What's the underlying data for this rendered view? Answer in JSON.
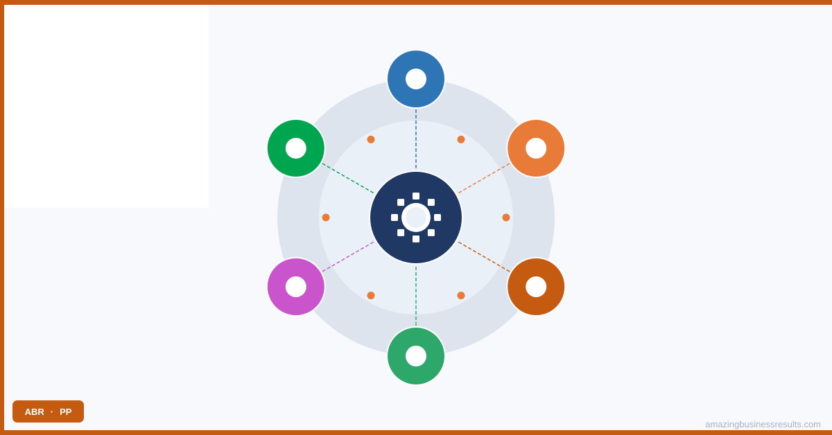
{
  "badge": {
    "left": "ABR",
    "separator": "·",
    "right": "PP"
  },
  "footer": {
    "url": "amazingbusinessresults.com"
  },
  "colors": {
    "frame": "#c55a11",
    "hub": "#1f3864",
    "outer_ring": "#dde4ee",
    "inner_ring": "#eaf0f8",
    "dot": "#e87b37"
  },
  "hub": {
    "icon": "gear-icon"
  },
  "nodes": [
    {
      "position": "top",
      "color": "#2e75b6",
      "icon": "ring-icon"
    },
    {
      "position": "upper-right",
      "color": "#e87b37",
      "icon": "ring-icon"
    },
    {
      "position": "lower-right",
      "color": "#c55a11",
      "icon": "ring-icon"
    },
    {
      "position": "bottom",
      "color": "#2ea86a",
      "icon": "ring-icon"
    },
    {
      "position": "lower-left",
      "color": "#c954cc",
      "icon": "ring-icon"
    },
    {
      "position": "upper-left",
      "color": "#00a550",
      "icon": "ring-icon"
    }
  ]
}
